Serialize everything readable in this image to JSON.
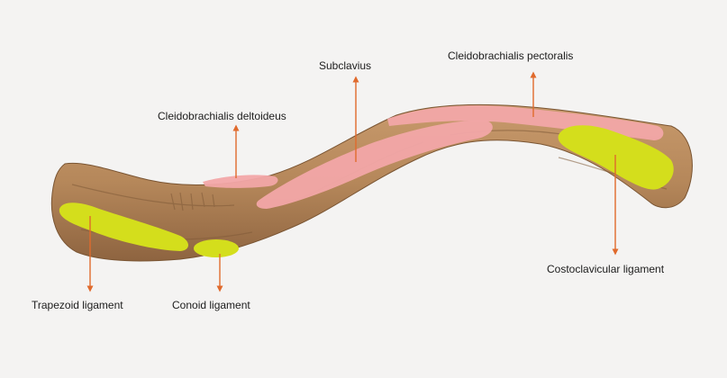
{
  "labels": {
    "subclavius": "Subclavius",
    "cleidobrachialis_pectoralis": "Cleidobrachialis pectoralis",
    "cleidobrachialis_deltoideus": "Cleidobrachialis deltoideus",
    "trapezoid_ligament": "Trapezoid ligament",
    "conoid_ligament": "Conoid ligament",
    "costoclavicular_ligament": "Costoclavicular ligament"
  },
  "colors": {
    "background": "#f4f3f2",
    "bone": "#b88a5e",
    "muscle_attachment": "#f2a7a8",
    "ligament_attachment": "#d4de1c",
    "arrow": "#e06a2c"
  }
}
